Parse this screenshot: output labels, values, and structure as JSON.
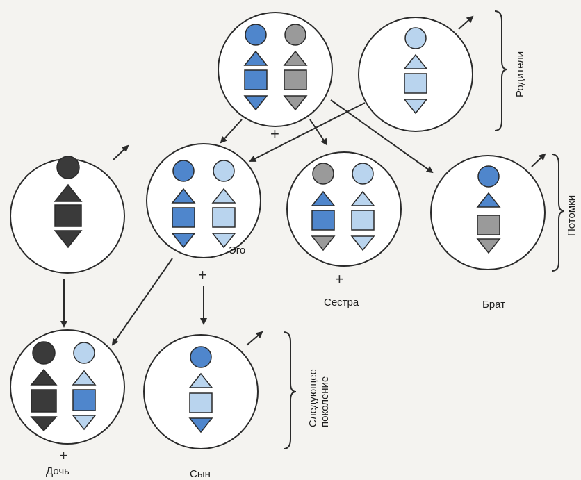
{
  "labels": {
    "ego": "Эго",
    "sister": "Сестра",
    "brother": "Брат",
    "daughter": "Дочь",
    "son": "Сын"
  },
  "brackets": {
    "parents": "Родители",
    "offspring": "Потомки",
    "next_generation_line1": "Следующее",
    "next_generation_line2": "поколение"
  },
  "symbols": {
    "female_mark": "+"
  },
  "colors": {
    "blue": "#4f86cc",
    "light_blue": "#b9d4ee",
    "gray": "#9a9a9a",
    "dark": "#3a3a3a",
    "outline": "#2a2a2a"
  }
}
